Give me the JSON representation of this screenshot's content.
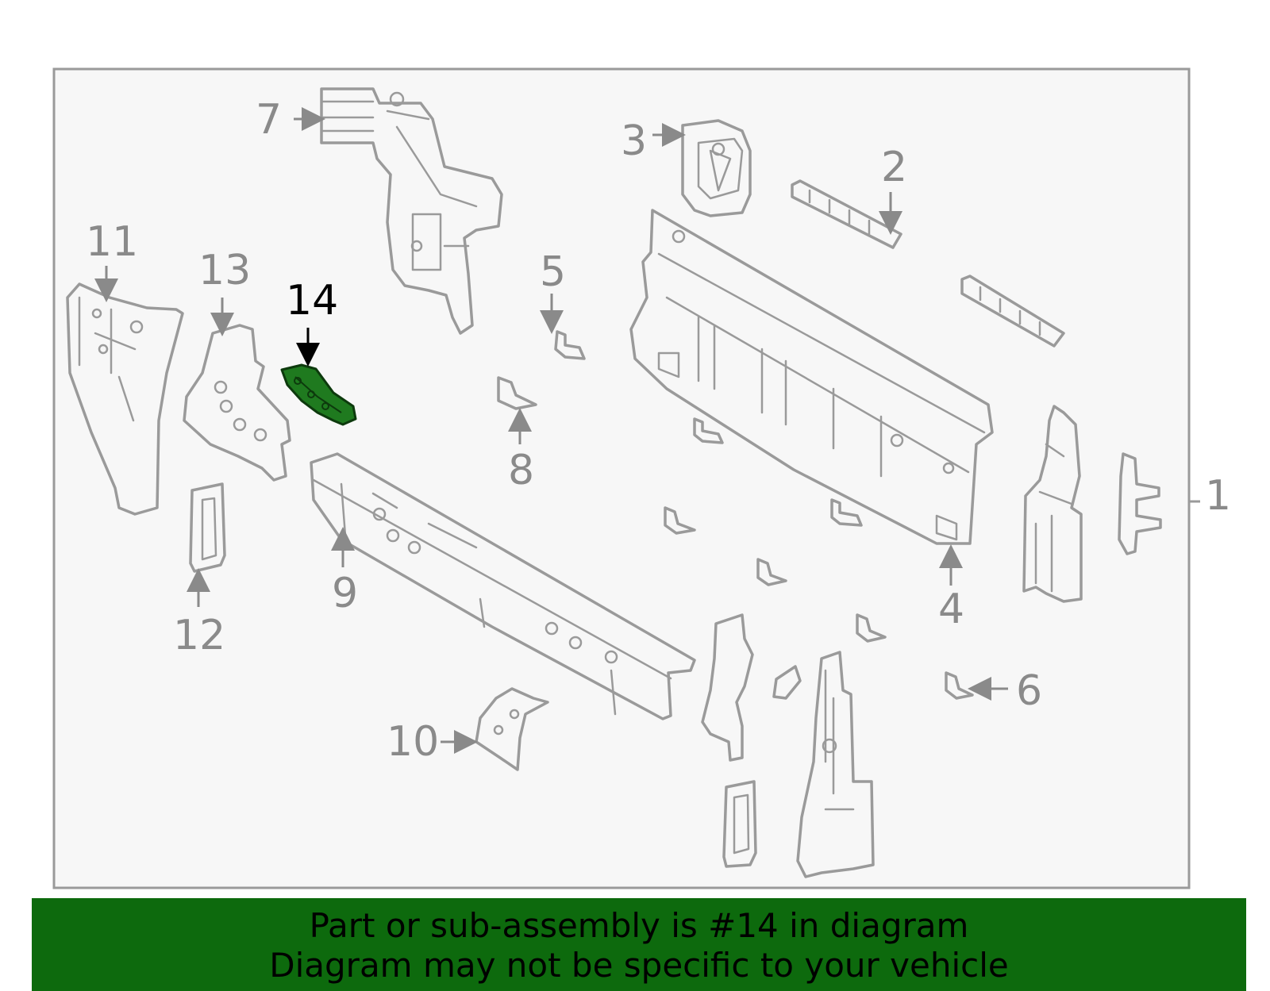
{
  "diagram": {
    "highlighted_part": "14",
    "highlight_color": "#1f7a1f",
    "callouts": [
      {
        "id": "1",
        "label": "1"
      },
      {
        "id": "2",
        "label": "2"
      },
      {
        "id": "3",
        "label": "3"
      },
      {
        "id": "4",
        "label": "4"
      },
      {
        "id": "5",
        "label": "5"
      },
      {
        "id": "6",
        "label": "6"
      },
      {
        "id": "7",
        "label": "7"
      },
      {
        "id": "8",
        "label": "8"
      },
      {
        "id": "9",
        "label": "9"
      },
      {
        "id": "10",
        "label": "10"
      },
      {
        "id": "11",
        "label": "11"
      },
      {
        "id": "12",
        "label": "12"
      },
      {
        "id": "13",
        "label": "13"
      },
      {
        "id": "14",
        "label": "14"
      }
    ]
  },
  "banner": {
    "line1": "Part or sub-assembly is #14 in diagram",
    "line2": "Diagram may not be specific to your vehicle",
    "color": "#0d6a0d"
  }
}
